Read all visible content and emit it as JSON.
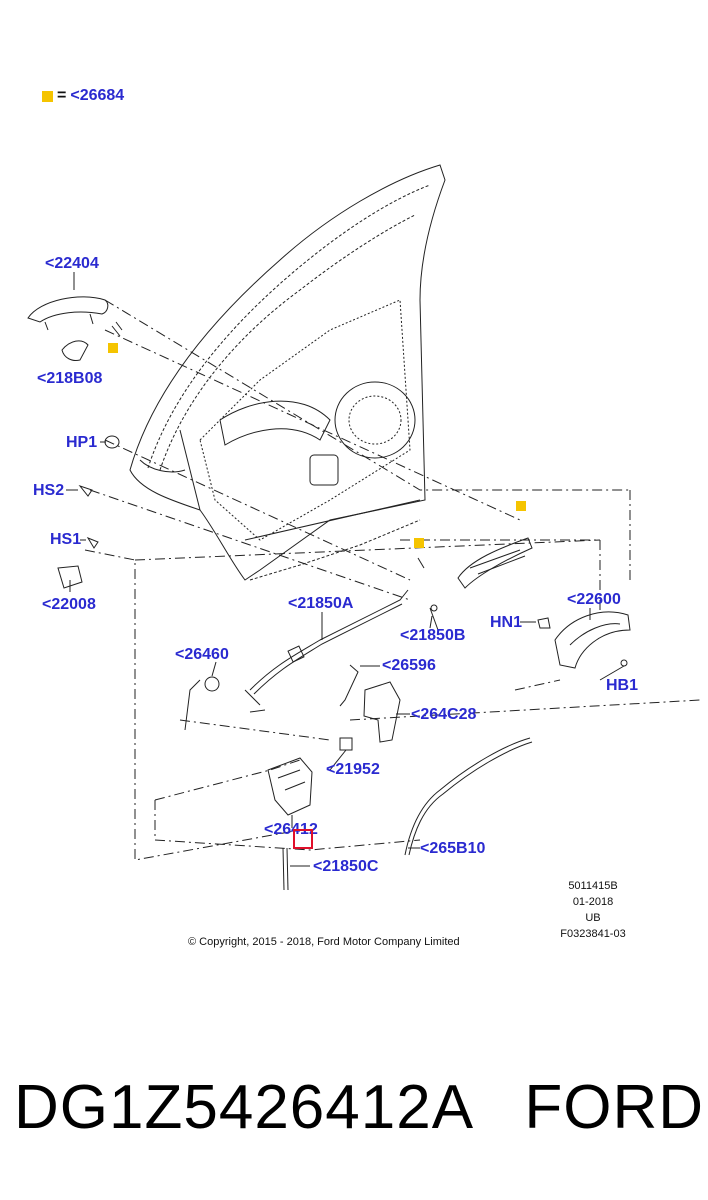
{
  "legend": {
    "equals": "=",
    "code": "<26684",
    "color": "#f5c400"
  },
  "callouts": {
    "c22404": "<22404",
    "c218B08": "<218B08",
    "HP1": "HP1",
    "HS2": "HS2",
    "HS1": "HS1",
    "c22008": "<22008",
    "c21850A": "<21850A",
    "c21850B": "<21850B",
    "HN1": "HN1",
    "c22600": "<22600",
    "HB1": "HB1",
    "c26460": "<26460",
    "c26596": "<26596",
    "c264C28": "<264C28",
    "c21952": "<21952",
    "c26412": "<26412",
    "c265B10": "<265B10",
    "c21850C": "<21850C"
  },
  "meta": {
    "line1": "5011415B",
    "line2": "01-2018",
    "line3": "UB",
    "line4": "F0323841-03"
  },
  "copyright": "© Copyright, 2015 - 2018, Ford Motor Company Limited",
  "footer": {
    "part_number": "DG1Z5426412A",
    "brand": "FORD"
  },
  "colors": {
    "callout": "#2a2ad0",
    "highlight": "#e0102a",
    "marker": "#f5c400"
  }
}
